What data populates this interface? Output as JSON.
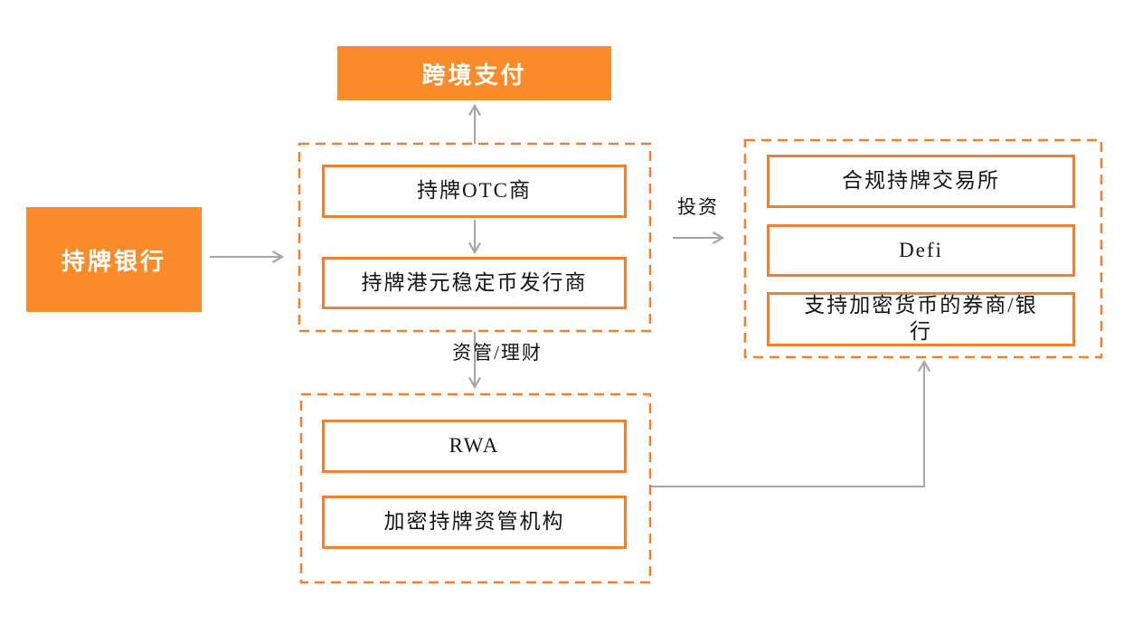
{
  "diagram": {
    "nodes": {
      "cross_border_payment": "跨境支付",
      "licensed_bank": "持牌银行",
      "licensed_otc": "持牌OTC商",
      "stablecoin_issuer": "持牌港元稳定币发行商",
      "licensed_exchange": "合规持牌交易所",
      "defi": "Defi",
      "crypto_broker_bank": "支持加密货币的券商/银行",
      "rwa": "RWA",
      "crypto_asset_manager": "加密持牌资管机构"
    },
    "edge_labels": {
      "investment": "投资",
      "wealth_management": "资管/理财"
    },
    "colors": {
      "orange_fill": "#F98B2B",
      "orange_border": "#F0802F",
      "arrow_gray": "#A6A6A6",
      "text_dark": "#141414",
      "text_white": "#FFFFFF",
      "background": "#FFFFFF"
    }
  }
}
